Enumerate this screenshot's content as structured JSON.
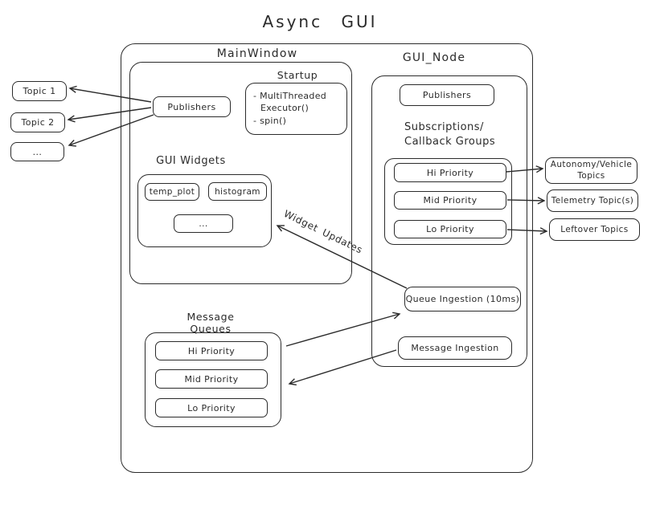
{
  "title": "Async GUI",
  "main_window": {
    "label": "MainWindow",
    "publishers_label": "Publishers",
    "startup": {
      "label": "Startup",
      "lines": [
        "- MultiThreaded",
        "Executor()",
        "- spin()"
      ]
    },
    "gui_widgets": {
      "label": "GUI Widgets",
      "items": [
        "temp_plot",
        "histogram",
        "..."
      ]
    }
  },
  "gui_node": {
    "label": "GUI_Node",
    "publishers_label": "Publishers",
    "subscriptions": {
      "label_line1": "Subscriptions/",
      "label_line2": "Callback Groups",
      "items": [
        "Hi Priority",
        "Mid Priority",
        "Lo Priority"
      ]
    },
    "queue_ingestion_label": "Queue Ingestion (10ms)",
    "message_ingestion_label": "Message Ingestion"
  },
  "message_queues": {
    "label": "Message Queues",
    "items": [
      "Hi Priority",
      "Mid Priority",
      "Lo Priority"
    ]
  },
  "left_topics": [
    "Topic 1",
    "Topic 2",
    "..."
  ],
  "right_topics": [
    {
      "line1": "Autonomy/Vehicle",
      "line2": "Topics"
    },
    {
      "line1": "Telemetry Topic(s)",
      "line2": ""
    },
    {
      "line1": "Leftover Topics",
      "line2": ""
    }
  ],
  "annotations": {
    "widget_updates": "Widget Updates"
  },
  "colors": {
    "stroke": "#2b2b2b",
    "background": "#ffffff"
  }
}
